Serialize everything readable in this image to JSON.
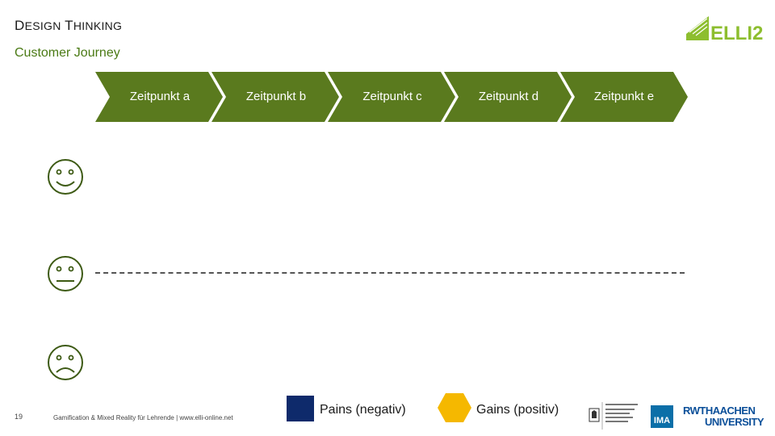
{
  "header": {
    "title_d": "D",
    "title_esign": "ESIGN",
    "title_t": "T",
    "title_hinking": "HINKING",
    "subtitle": "Customer Journey"
  },
  "journey": {
    "accent_color": "#5a7a1e",
    "stages": [
      "Zeitpunkt a",
      "Zeitpunkt b",
      "Zeitpunkt c",
      "Zeitpunkt d",
      "Zeitpunkt e"
    ]
  },
  "faces": [
    {
      "name": "happy-face-icon",
      "mood": "positive"
    },
    {
      "name": "neutral-face-icon",
      "mood": "neutral"
    },
    {
      "name": "sad-face-icon",
      "mood": "negative"
    }
  ],
  "legend": {
    "pains_label": "Pains (negativ)",
    "pains_color": "#0e2a6b",
    "gains_label": "Gains (positiv)",
    "gains_color": "#f5b800"
  },
  "footer": {
    "page_number": "19",
    "text": "Gamification & Mixed Reality für Lehrende | www.elli-online.net"
  },
  "logos": {
    "elli": "ELLI2",
    "ima": "IMA",
    "rwth_top": "RWTHAACHEN",
    "rwth_bottom": "UNIVERSITY"
  }
}
